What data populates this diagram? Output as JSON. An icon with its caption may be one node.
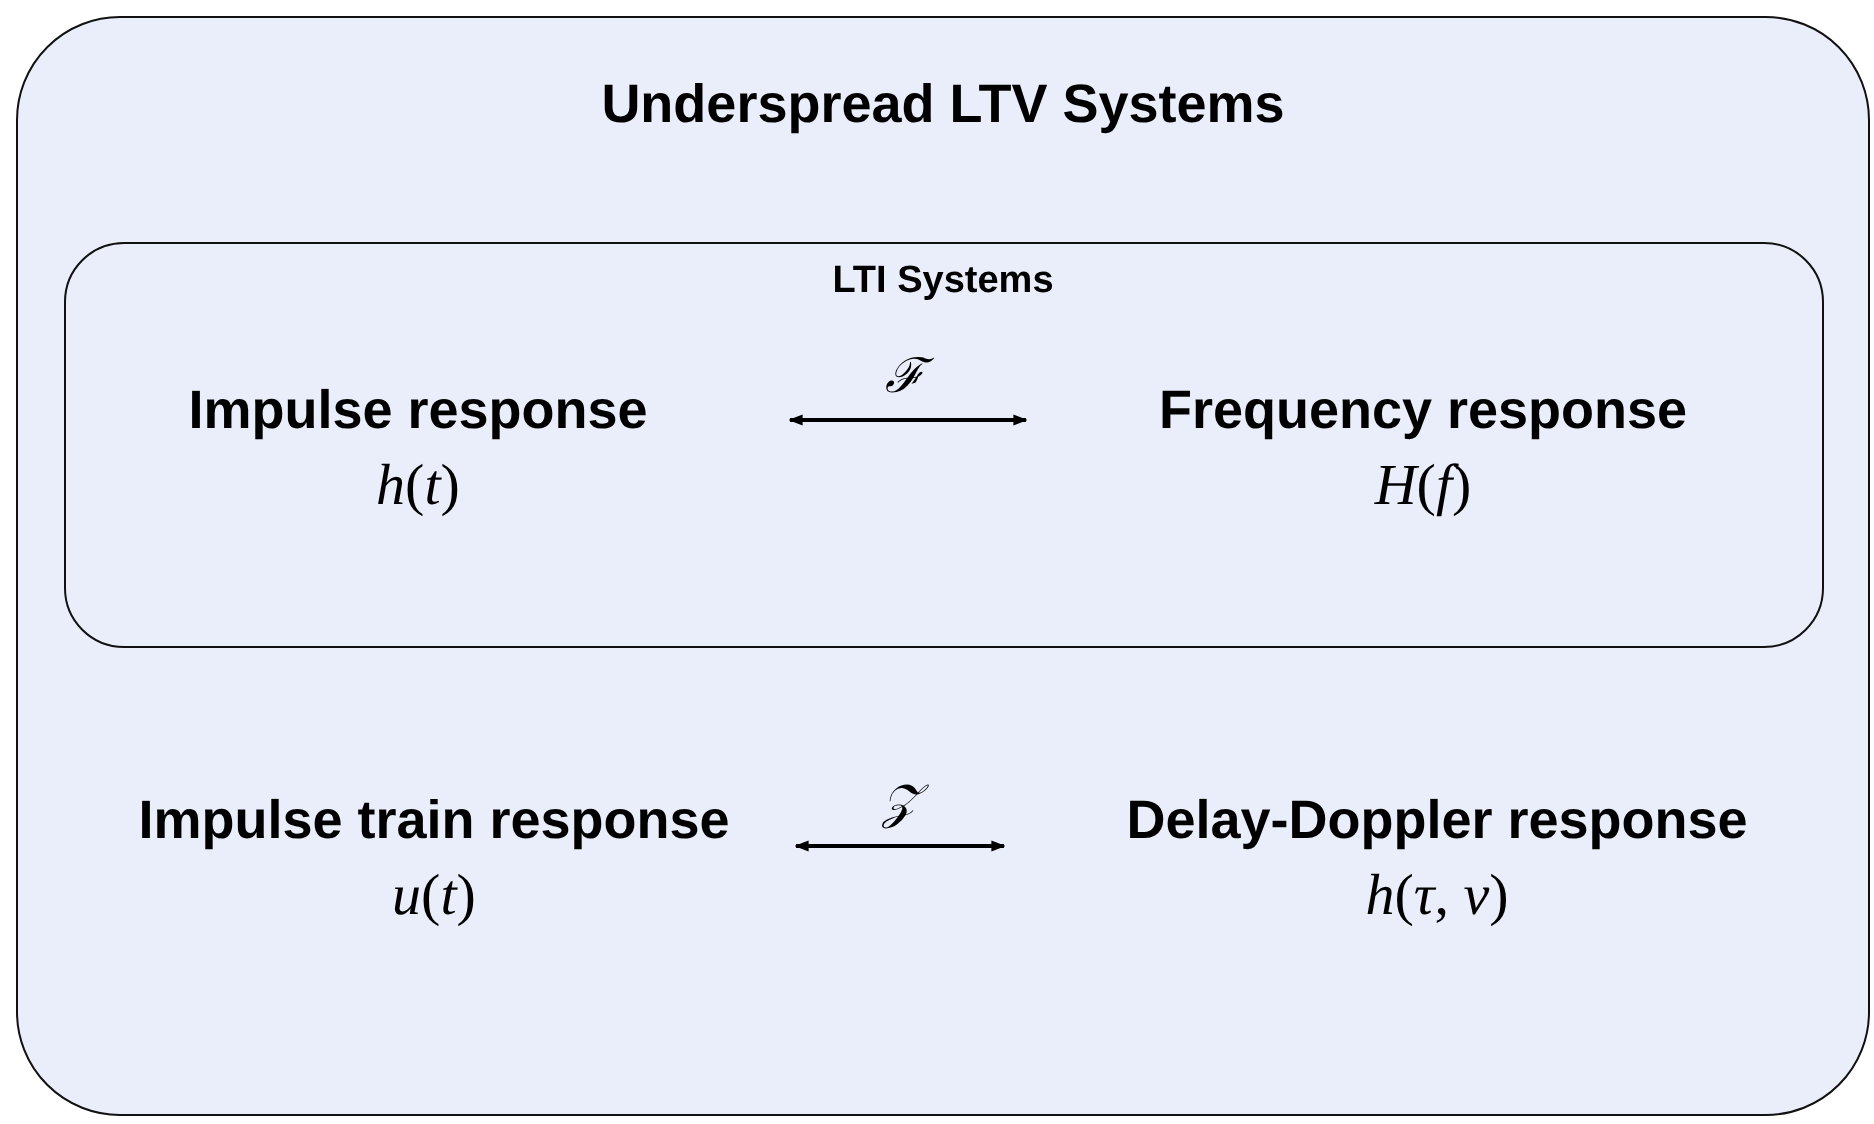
{
  "diagram": {
    "nodes": [
      {
        "text": [
          "Underspread LTV Systems"
        ]
      },
      {
        "text": [
          "LTI Systems"
        ],
        "in": 0
      },
      {
        "text": [
          "Impulse response",
          "*h*(*t*)"
        ],
        "in": 1
      },
      {
        "text": [
          "Frequency response",
          "*H*(*f*)"
        ],
        "in": 1
      },
      {
        "text": [
          "Impulse train response",
          "*u*(*t*)"
        ],
        "in": 0
      },
      {
        "text": [
          "Delay-Doppler response",
          "*h*(*τ*, *ν*)"
        ],
        "in": 0
      }
    ],
    "edges": [
      {
        "from": 2,
        "to": 3,
        "arrow": "both",
        "label": "ℱ"
      },
      {
        "from": 4,
        "to": 5,
        "arrow": "both",
        "label": "𝒵"
      }
    ]
  }
}
